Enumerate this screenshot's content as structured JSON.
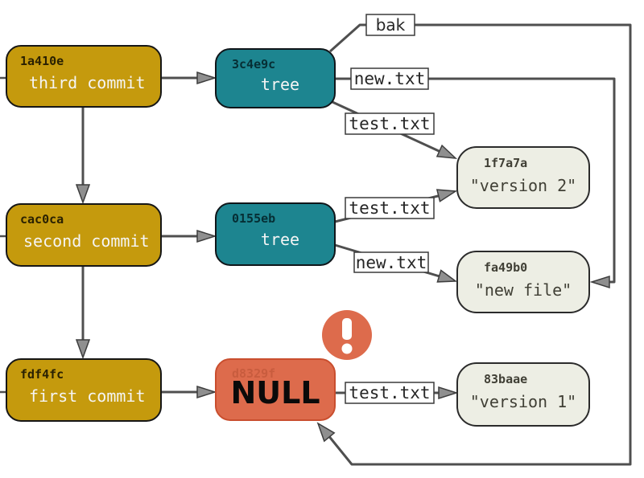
{
  "colors": {
    "background": "#ffffff",
    "commit_fill": "#c59a0d",
    "commit_border": "#161616",
    "commit_hash_text": "#2a2102",
    "node_label_text": "#f5f5f5",
    "tree_fill": "#1d8590",
    "tree_border": "#10161a",
    "tree_hash_text": "#062e34",
    "blob_fill": "#edeee4",
    "blob_border": "#2b2b2b",
    "blob_text": "#403f35",
    "null_fill": "#dd6b4c",
    "null_border": "#c94e2e",
    "null_text": "#0a0a0a",
    "null_ghost_text": "#a34226",
    "warning_fill": "#dd6b4c",
    "warning_glyph": "#ffffff",
    "edge": "#4f4f4f",
    "arrow_fill": "#8f8f8f",
    "arrow_edge": "#3d3d3d",
    "label_box_fill": "#ffffff",
    "label_border": "#3a3a3a",
    "label_text": "#262626"
  },
  "nodes": {
    "commit_third": {
      "hash": "1a410e",
      "label": "third commit"
    },
    "commit_second": {
      "hash": "cac0ca",
      "label": "second commit"
    },
    "commit_first": {
      "hash": "fdf4fc",
      "label": "first commit"
    },
    "tree_third": {
      "hash": "3c4e9c",
      "label": "tree"
    },
    "tree_second": {
      "hash": "0155eb",
      "label": "tree"
    },
    "null_node": {
      "label": "NULL",
      "ghost_hash": "d8329f"
    },
    "blob_version2": {
      "hash": "1f7a7a",
      "label": "\"version 2\""
    },
    "blob_newfile": {
      "hash": "fa49b0",
      "label": "\"new file\""
    },
    "blob_version1": {
      "hash": "83baae",
      "label": "\"version 1\""
    }
  },
  "edge_labels": {
    "bak": "bak",
    "tree_third_newtxt": "new.txt",
    "tree_third_testtxt": "test.txt",
    "tree_second_testtxt": "test.txt",
    "tree_second_newtxt": "new.txt",
    "null_testtxt": "test.txt"
  },
  "warning": {
    "symbol": "!"
  }
}
